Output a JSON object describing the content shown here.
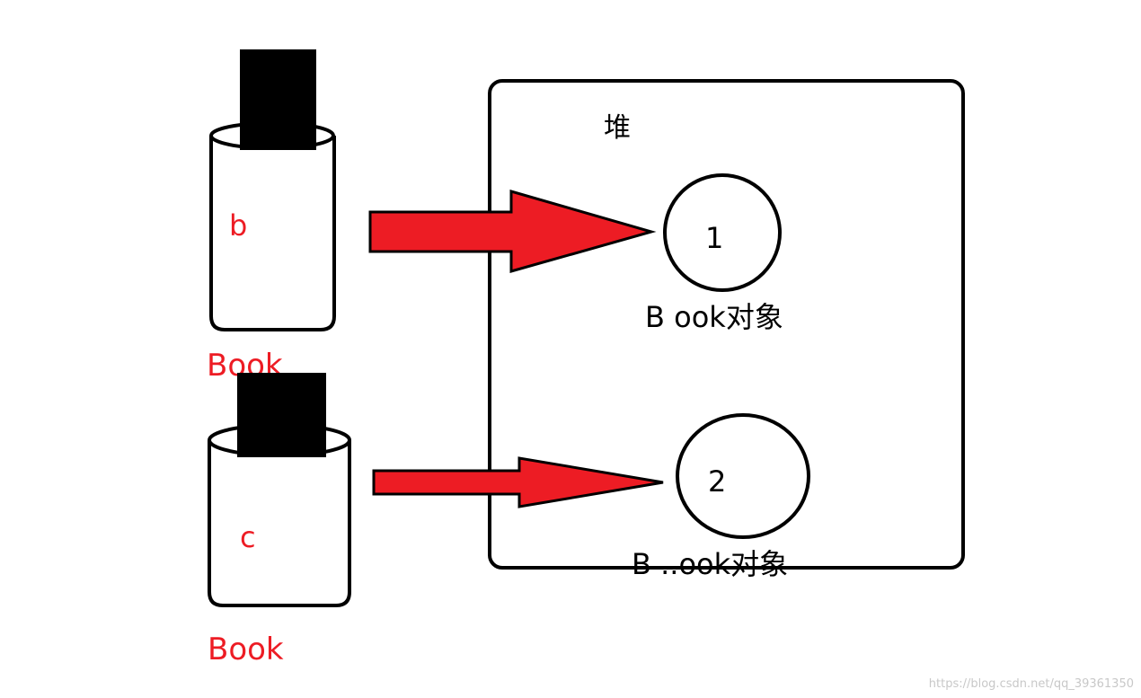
{
  "heap": {
    "label": "堆"
  },
  "variables": [
    {
      "name": "b",
      "type_label": "Book"
    },
    {
      "name": "c",
      "type_label": "Book"
    }
  ],
  "objects": [
    {
      "number": "1",
      "label": "B ook对象"
    },
    {
      "number": "2",
      "label": "B ..ook对象"
    }
  ],
  "colors": {
    "arrow": "#ED1C24",
    "variable_text": "#ED1C24",
    "outline": "#000000"
  },
  "watermark": "https://blog.csdn.net/qq_39361350"
}
